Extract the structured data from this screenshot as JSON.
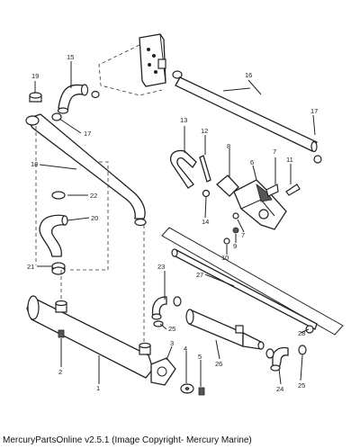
{
  "caption": "MercuryPartsOnline v2.5.1 (Image Copyright- Mercury Marine)",
  "callouts": {
    "c1": "1",
    "c2": "2",
    "c3": "3",
    "c4": "4",
    "c5": "5",
    "c6": "6",
    "c7a": "7",
    "c7b": "7",
    "c8": "8",
    "c9": "9",
    "c10": "10",
    "c11": "11",
    "c12": "12",
    "c13": "13",
    "c14": "14",
    "c15": "15",
    "c16": "16",
    "c17a": "17",
    "c17b": "17",
    "c18": "18",
    "c19": "19",
    "c20": "20",
    "c21": "21",
    "c22": "22",
    "c23": "23",
    "c24": "24",
    "c25a": "25",
    "c25b": "25",
    "c26": "26",
    "c27": "27",
    "c28": "28"
  }
}
